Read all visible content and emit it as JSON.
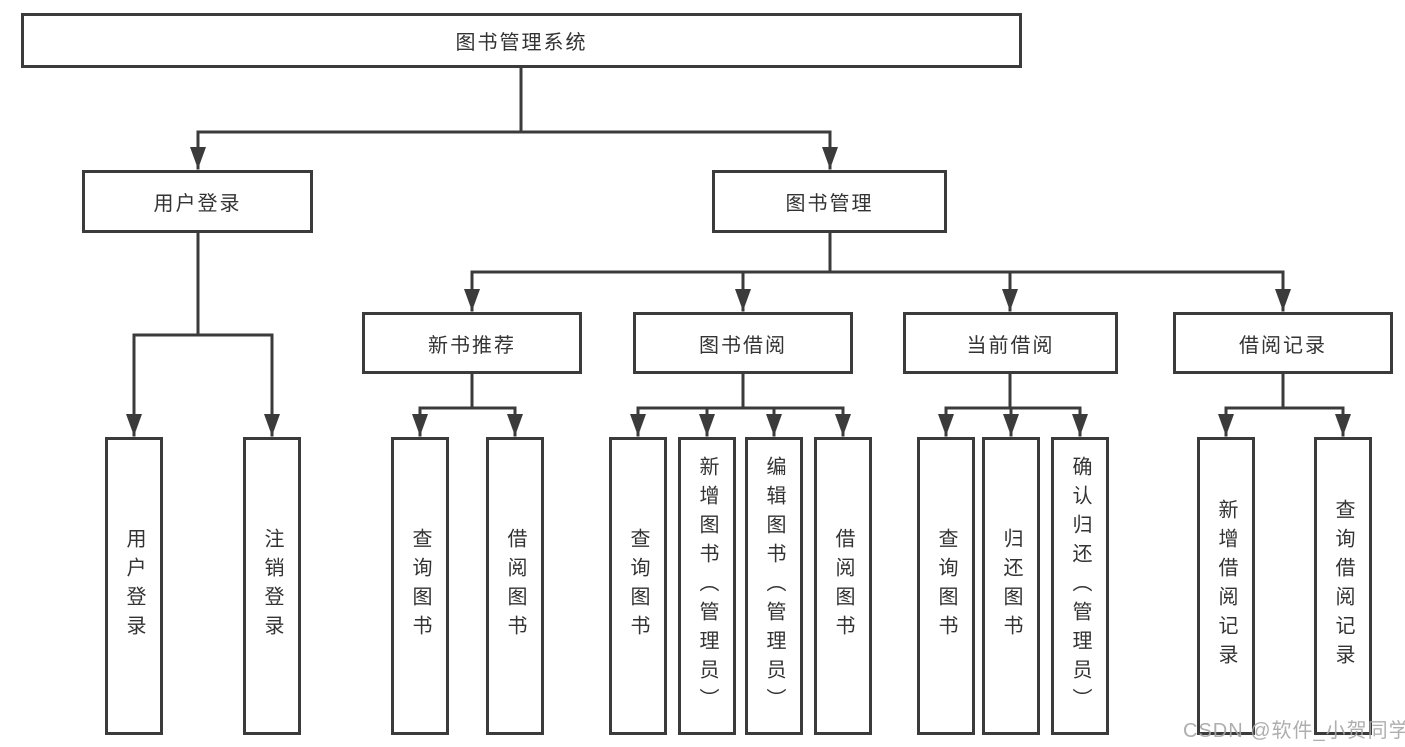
{
  "diagram": {
    "tree": {
      "root": {
        "label": "图书管理系统"
      },
      "branches": [
        {
          "label": "用户登录",
          "children": [
            {
              "label": "用户登录"
            },
            {
              "label": "注销登录"
            }
          ]
        },
        {
          "label": "图书管理",
          "children": [
            {
              "label": "新书推荐",
              "children": [
                {
                  "label": "查询图书"
                },
                {
                  "label": "借阅图书"
                }
              ]
            },
            {
              "label": "图书借阅",
              "children": [
                {
                  "label": "查询图书"
                },
                {
                  "label": "新增图书（管理员）"
                },
                {
                  "label": "编辑图书（管理员）"
                },
                {
                  "label": "借阅图书"
                }
              ]
            },
            {
              "label": "当前借阅",
              "children": [
                {
                  "label": "查询图书"
                },
                {
                  "label": "归还图书"
                },
                {
                  "label": "确认归还（管理员）"
                }
              ]
            },
            {
              "label": "借阅记录",
              "children": [
                {
                  "label": "新增借阅记录"
                },
                {
                  "label": "查询借阅记录"
                }
              ]
            }
          ]
        }
      ]
    },
    "watermark": "CSDN @软件_小贺同学",
    "colors": {
      "line": "#3b3b3b",
      "text": "#333333",
      "watermark": "#a6a6a6",
      "background": "#ffffff"
    }
  }
}
